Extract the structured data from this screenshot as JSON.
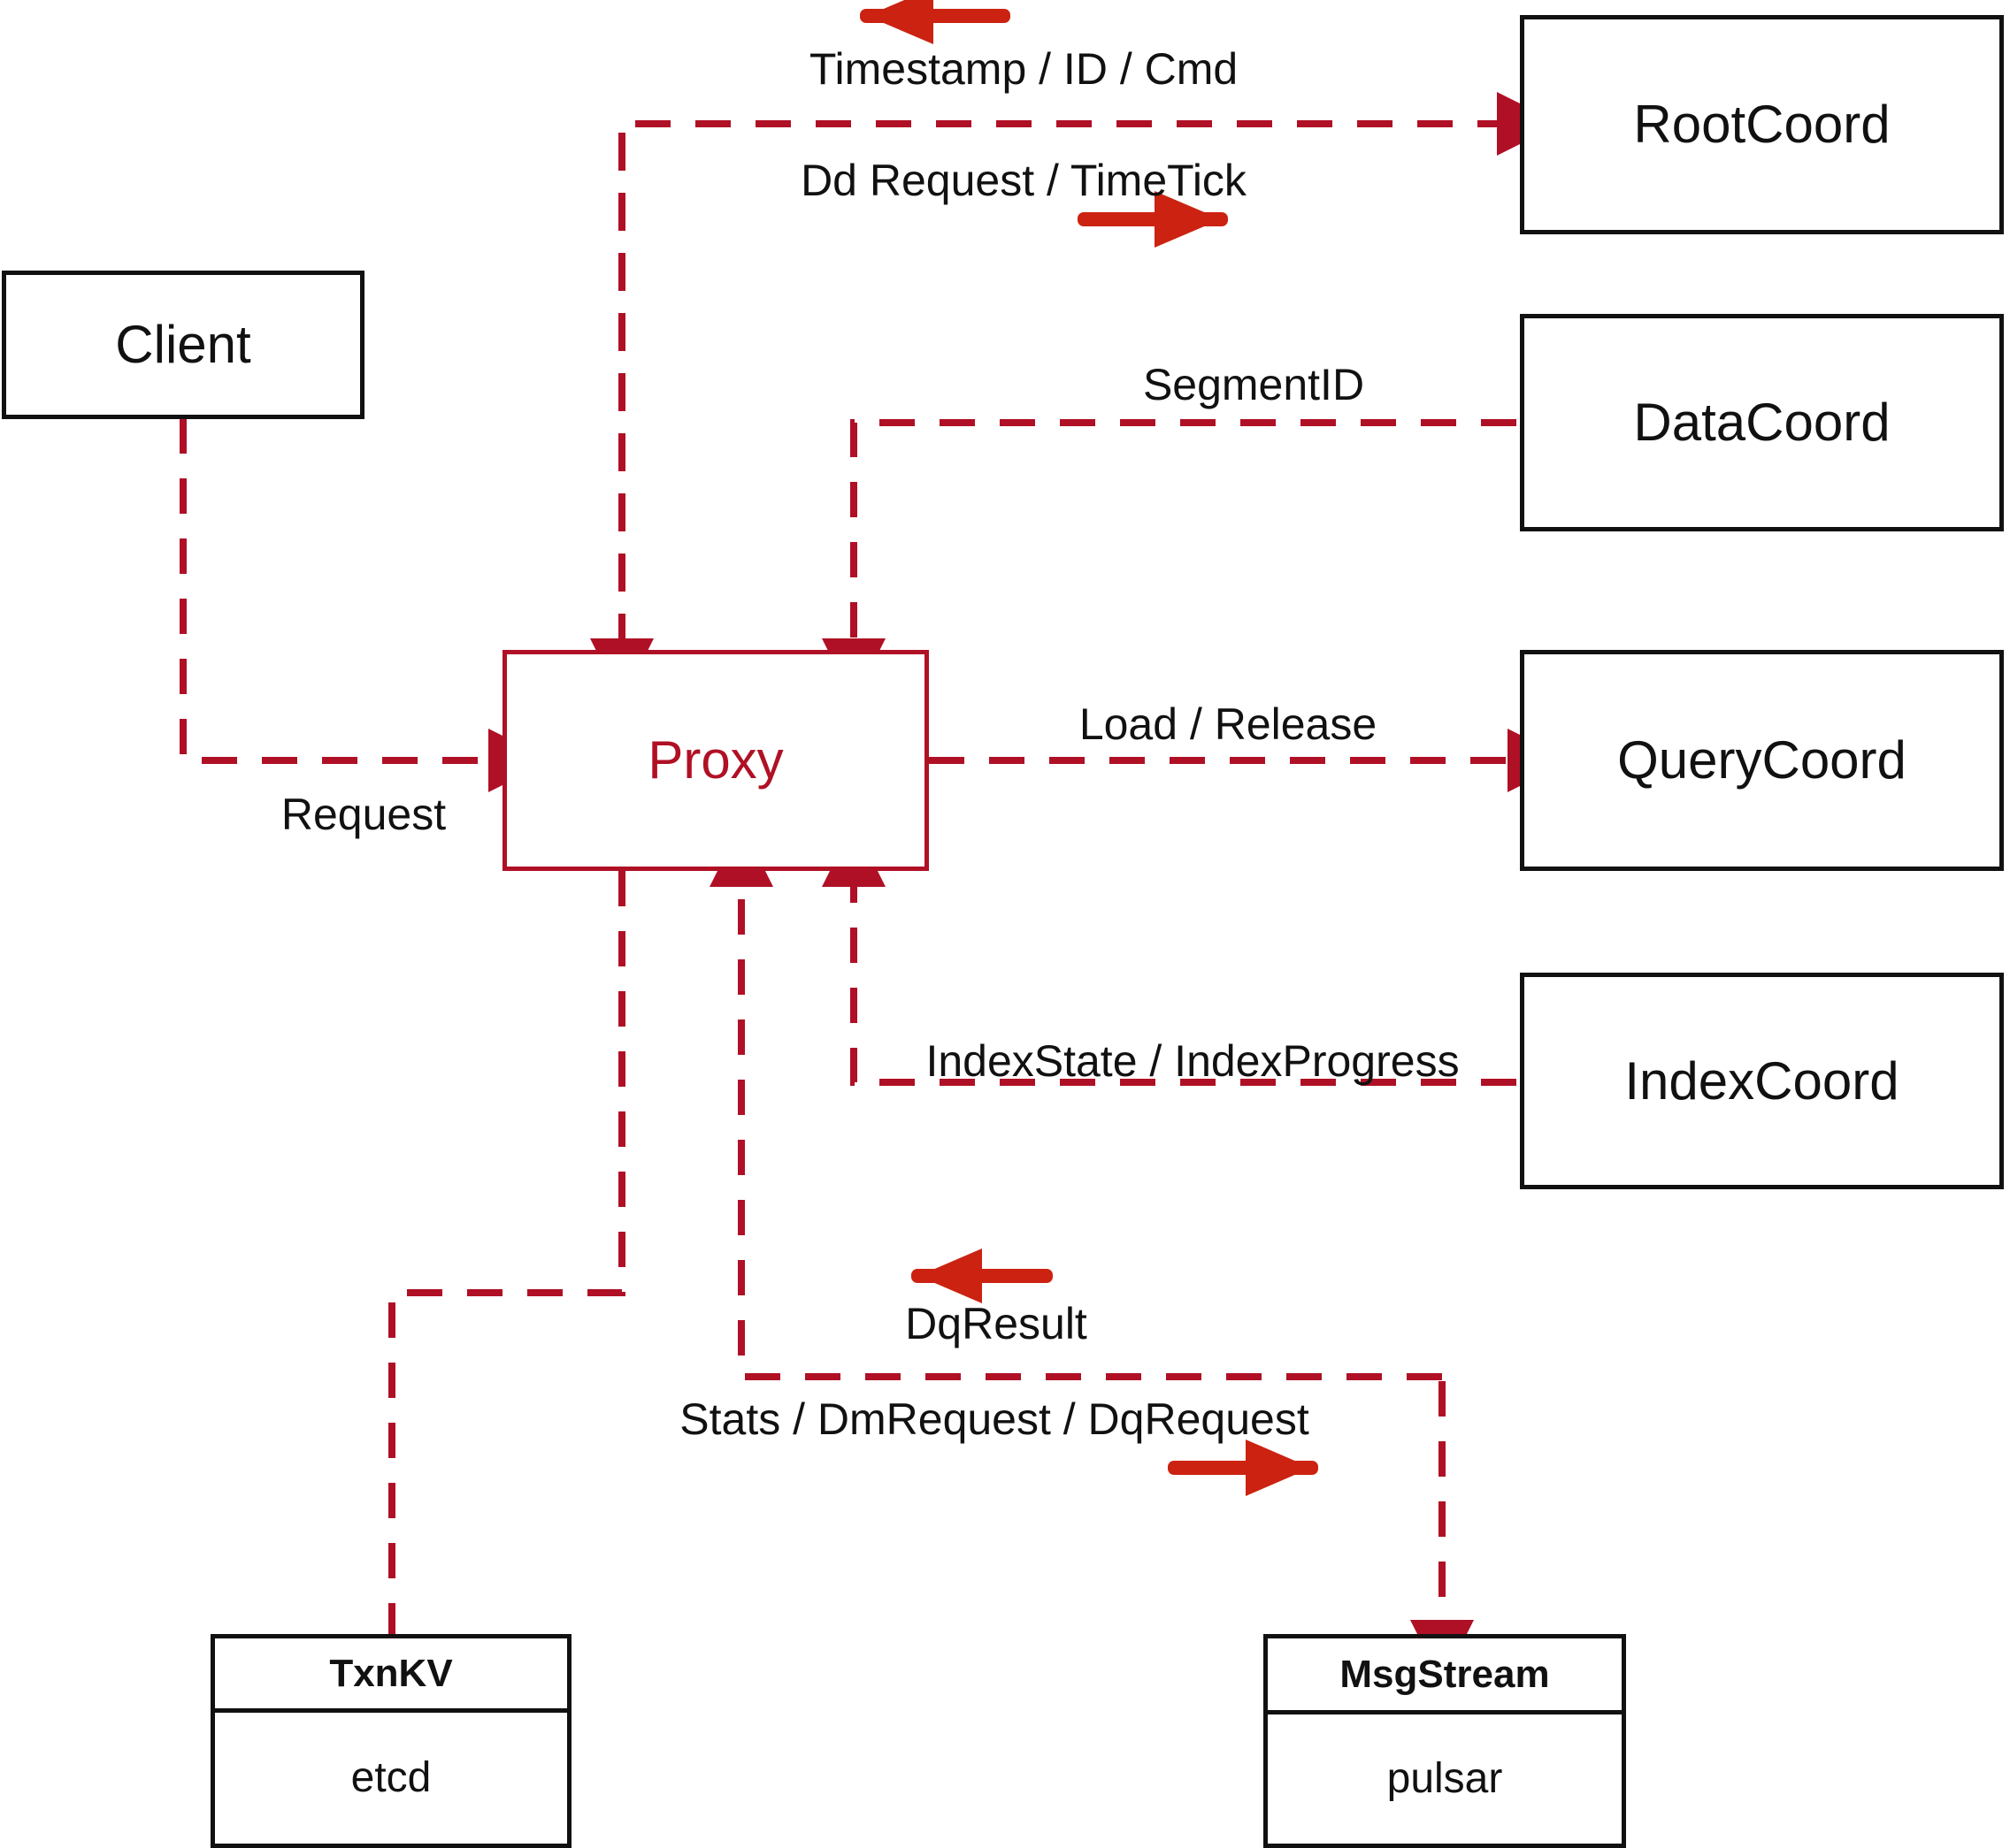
{
  "diagram": {
    "title": "Milvus Proxy interaction diagram",
    "colors": {
      "edge_red": "#B01025",
      "arrow_red": "#CC2211",
      "node_border": "#111111",
      "background": "#FFFFFF"
    },
    "nodes": [
      {
        "id": "client",
        "label": "Client",
        "kind": "black-box"
      },
      {
        "id": "proxy",
        "label": "Proxy",
        "kind": "proxy-box"
      },
      {
        "id": "rootcoord",
        "label": "RootCoord",
        "kind": "black-box"
      },
      {
        "id": "datacoord",
        "label": "DataCoord",
        "kind": "black-box"
      },
      {
        "id": "querycoord",
        "label": "QueryCoord",
        "kind": "black-box"
      },
      {
        "id": "indexcoord",
        "label": "IndexCoord",
        "kind": "black-box"
      }
    ],
    "stores": [
      {
        "id": "txnkv",
        "header": "TxnKV",
        "body": "etcd"
      },
      {
        "id": "msgstream",
        "header": "MsgStream",
        "body": "pulsar"
      }
    ],
    "edge_labels": [
      {
        "id": "timestamp-id-cmd",
        "text": "Timestamp / ID / Cmd"
      },
      {
        "id": "dd-request-timetick",
        "text": "Dd Request / TimeTick"
      },
      {
        "id": "segmentid",
        "text": "SegmentID"
      },
      {
        "id": "load-release",
        "text": "Load / Release"
      },
      {
        "id": "request",
        "text": "Request"
      },
      {
        "id": "indexstate-progress",
        "text": "IndexState / IndexProgress"
      },
      {
        "id": "dqresult",
        "text": "DqResult"
      },
      {
        "id": "stats-dm-dq",
        "text": "Stats / DmRequest / DqRequest"
      }
    ],
    "direction_arrows": [
      {
        "id": "arrow-timestamp-id-cmd",
        "direction": "left"
      },
      {
        "id": "arrow-dd-request-timetick",
        "direction": "right"
      },
      {
        "id": "arrow-dqresult",
        "direction": "left"
      },
      {
        "id": "arrow-stats-dm-dq",
        "direction": "right"
      }
    ]
  }
}
